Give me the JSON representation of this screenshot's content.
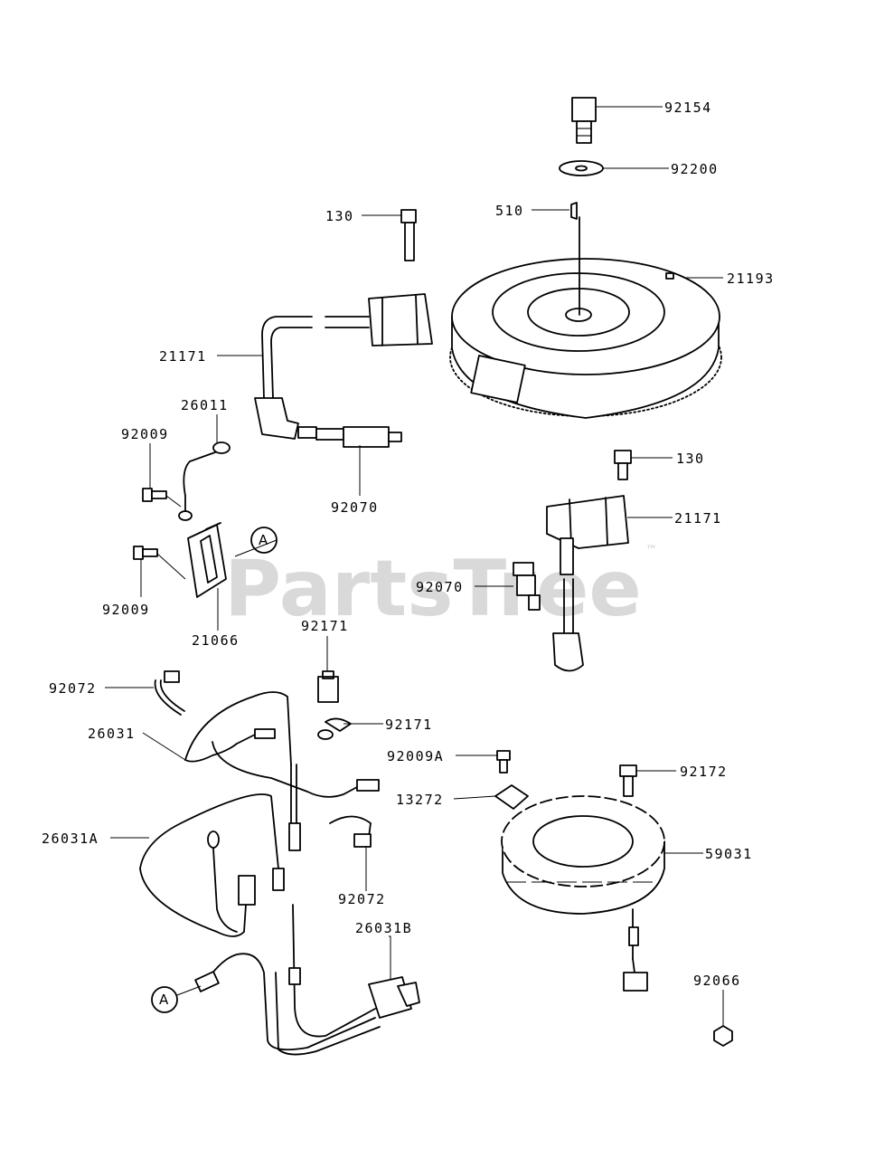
{
  "watermark": {
    "text": "PartsTree",
    "trademark": "™"
  },
  "labels": {
    "p92154": "92154",
    "p92200": "92200",
    "p510": "510",
    "p130_top": "130",
    "p21193": "21193",
    "p21171_left": "21171",
    "p26011": "26011",
    "p92009_top": "92009",
    "p92070_left": "92070",
    "p92009_bottom": "92009",
    "p21066": "21066",
    "p130_right": "130",
    "p21171_right": "21171",
    "p92070_right": "92070",
    "p92171_top": "92171",
    "p92171_mid": "92171",
    "p92072_top": "92072",
    "p26031": "26031",
    "p92009A": "92009A",
    "p92172": "92172",
    "p13272": "13272",
    "p26031A": "26031A",
    "p59031": "59031",
    "p92072_bottom": "92072",
    "p26031B": "26031B",
    "p92066": "92066"
  },
  "callouts": {
    "ref_a_top": "A",
    "ref_a_bottom": "A"
  }
}
